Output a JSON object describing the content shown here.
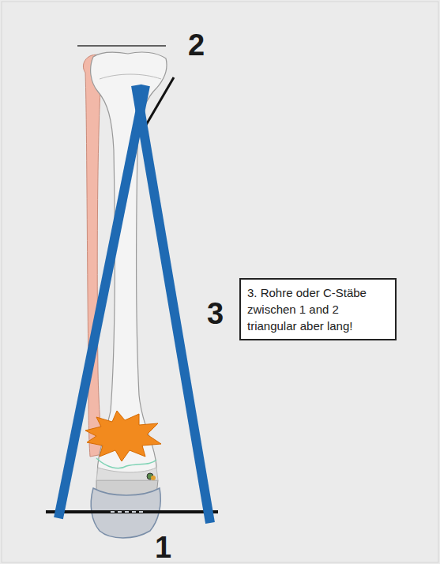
{
  "diagram": {
    "nodes": [
      {
        "text": [
          "3. Rohre oder C-Stäbe zwischen 1 and 2 triangular aber lang!"
        ]
      }
    ],
    "labels": [
      "2",
      "3",
      "1"
    ]
  }
}
